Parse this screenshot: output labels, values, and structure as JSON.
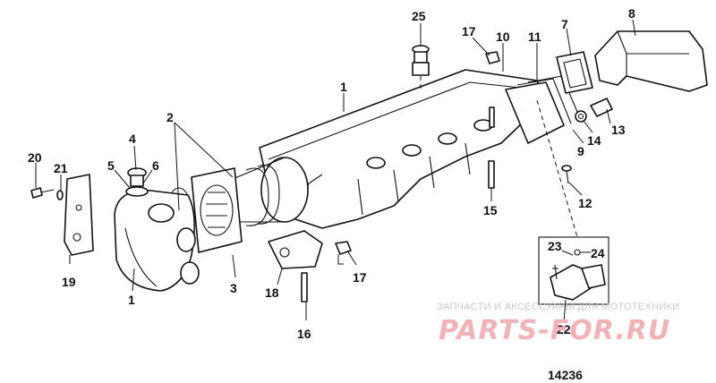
{
  "diagram": {
    "figure_number": "14236",
    "part_labels": [
      "1",
      "2",
      "3",
      "4",
      "5",
      "6",
      "7",
      "8",
      "9",
      "10",
      "11",
      "12",
      "13",
      "14",
      "15",
      "16",
      "17",
      "18",
      "19",
      "20",
      "21",
      "22",
      "23",
      "24",
      "25"
    ],
    "label_1_secondary": "1",
    "label_17_secondary": "17"
  },
  "watermark": {
    "caption": "ЗАПЧАСТИ И АКСЕССУАРЫ ДЛЯ МОТОТЕХНИКИ",
    "brand": "PARTS-FOR.RU",
    "color": "#f2b3b8"
  }
}
